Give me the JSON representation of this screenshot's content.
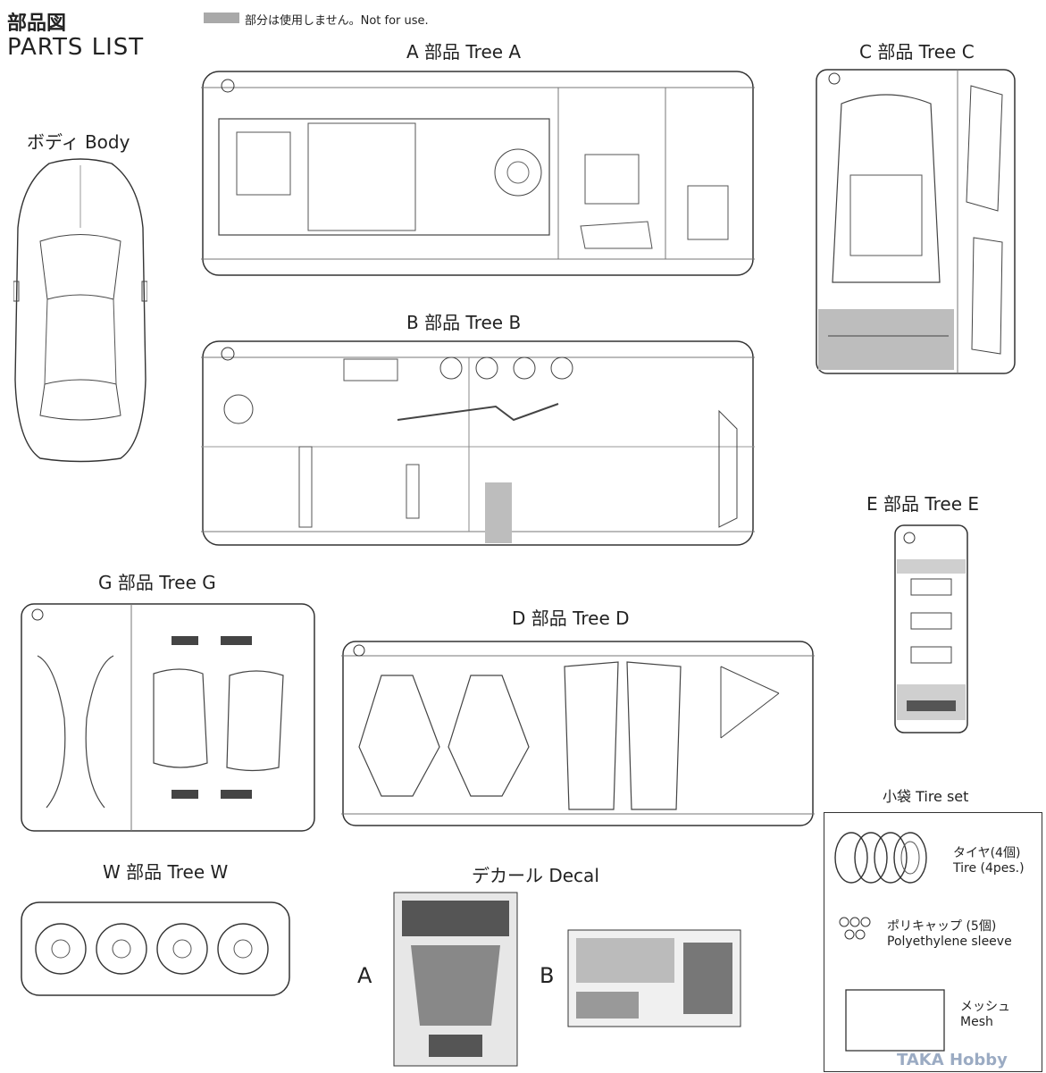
{
  "header": {
    "title_jp": "部品図",
    "title_en": "PARTS LIST",
    "note": "部分は使用しません。Not for use."
  },
  "trees": {
    "A": "A 部品 Tree A",
    "B": "B 部品 Tree B",
    "C": "C 部品 Tree C",
    "D": "D 部品 Tree D",
    "E": "E 部品 Tree E",
    "G": "G 部品 Tree G",
    "W": "W 部品 Tree W"
  },
  "body_label": "ボディ Body",
  "decal": {
    "title": "デカール Decal",
    "a": "A",
    "b": "B"
  },
  "tire_set": {
    "title": "小袋 Tire set",
    "tire_jp": "タイヤ(4個)",
    "tire_en": "Tire (4pes.)",
    "sleeve_jp": "ポリキャップ (5個)",
    "sleeve_en": "Polyethylene sleeve",
    "mesh_jp": "メッシュ",
    "mesh_en": "Mesh"
  },
  "watermark": "TAKA Hobby"
}
